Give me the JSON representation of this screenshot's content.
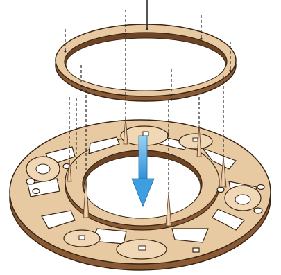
{
  "figure": {
    "kind": "exploded-assembly-illustration",
    "parts": [
      {
        "name": "upper-ring",
        "material": "plywood"
      },
      {
        "name": "lower-ring-base",
        "material": "plywood"
      },
      {
        "name": "pins",
        "count": 7
      }
    ],
    "arrow": {
      "direction": "down",
      "color": "#3d9ee0"
    }
  },
  "colors": {
    "wood_face": "#e7c9a2",
    "wood_face_light": "#f0d8b6",
    "wood_edge": "#8a5a35",
    "wood_edge_dark": "#5e3a20",
    "outline": "#3a2414",
    "guide_line": "#2a2a2a",
    "arrow": "#3d9ee0",
    "background": "#ffffff"
  }
}
